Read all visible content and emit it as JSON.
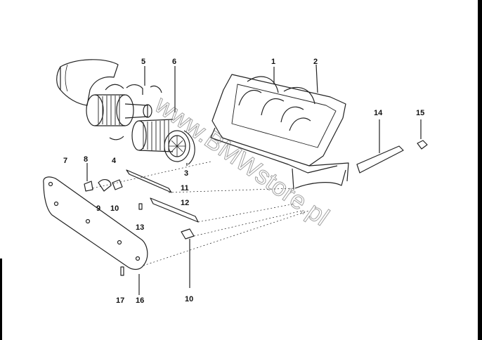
{
  "callouts": [
    {
      "id": "1",
      "text": "1"
    },
    {
      "id": "2",
      "text": "2"
    },
    {
      "id": "3",
      "text": "3"
    },
    {
      "id": "4",
      "text": "4"
    },
    {
      "id": "5",
      "text": "5"
    },
    {
      "id": "6",
      "text": "6"
    },
    {
      "id": "7",
      "text": "7"
    },
    {
      "id": "8",
      "text": "8"
    },
    {
      "id": "9",
      "text": "9"
    },
    {
      "id": "10a",
      "text": "10"
    },
    {
      "id": "10b",
      "text": "10"
    },
    {
      "id": "11",
      "text": "11"
    },
    {
      "id": "12",
      "text": "12"
    },
    {
      "id": "13",
      "text": "13"
    },
    {
      "id": "14",
      "text": "14"
    },
    {
      "id": "15",
      "text": "15"
    },
    {
      "id": "16",
      "text": "16"
    },
    {
      "id": "17",
      "text": "17"
    }
  ],
  "watermark": "www.BMWstore.pl",
  "colors": {
    "line": "#222222",
    "background": "#ffffff"
  }
}
